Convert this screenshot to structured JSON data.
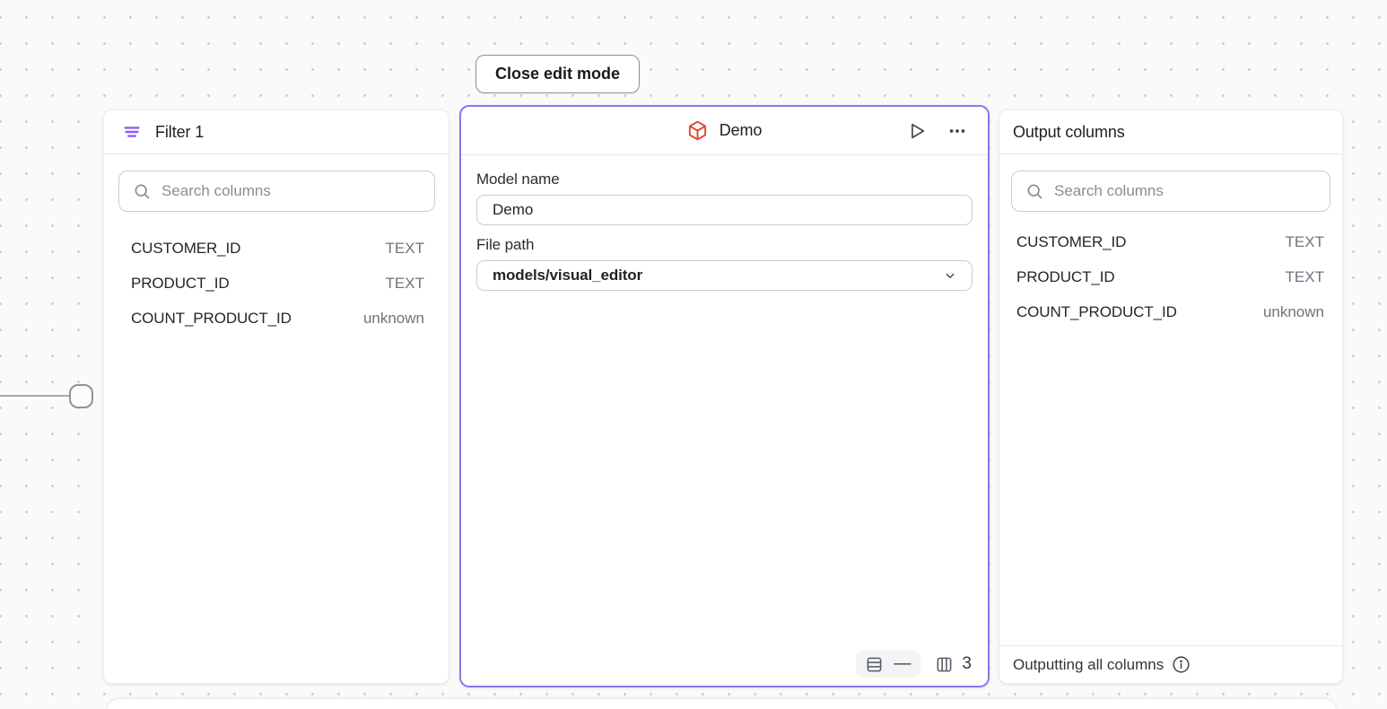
{
  "canvas": {
    "close_button_label": "Close edit mode"
  },
  "filter_panel": {
    "title": "Filter 1",
    "search_placeholder": "Search columns",
    "columns": [
      {
        "name": "CUSTOMER_ID",
        "type": "TEXT"
      },
      {
        "name": "PRODUCT_ID",
        "type": "TEXT"
      },
      {
        "name": "COUNT_PRODUCT_ID",
        "type": "unknown"
      }
    ]
  },
  "model_panel": {
    "title": "Demo",
    "model_name_label": "Model name",
    "model_name_value": "Demo",
    "file_path_label": "File path",
    "file_path_value": "models/visual_editor",
    "row_count": "—",
    "column_count": "3"
  },
  "output_panel": {
    "title": "Output columns",
    "search_placeholder": "Search columns",
    "columns": [
      {
        "name": "CUSTOMER_ID",
        "type": "TEXT"
      },
      {
        "name": "PRODUCT_ID",
        "type": "TEXT"
      },
      {
        "name": "COUNT_PRODUCT_ID",
        "type": "unknown"
      }
    ],
    "footer_text": "Outputting all columns"
  },
  "colors": {
    "accent_purple": "#8677f0",
    "filter_icon_purple": "#8b5cf6",
    "model_icon_orange": "#e2472b"
  }
}
